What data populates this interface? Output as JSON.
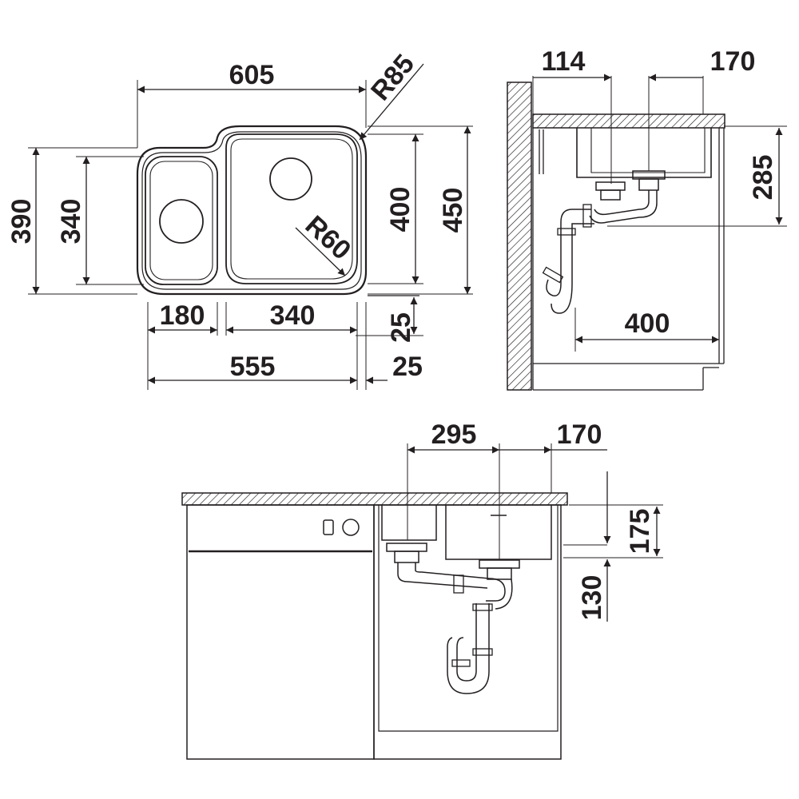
{
  "top_view": {
    "width_overall": "605",
    "corner_radius_outer": "R85",
    "height_left": "390",
    "height_small_bowl": "340",
    "height_large_bowl": "400",
    "height_overall": "450",
    "inner_corner_radius": "R60",
    "small_bowl_width": "180",
    "large_bowl_width": "340",
    "rim_offset_top": "25",
    "cutout_width": "555",
    "rim_offset_bottom": "25"
  },
  "side_view": {
    "wall_to_drain": "114",
    "drain_to_front": "170",
    "bowl_depth": "285",
    "waste_length": "400"
  },
  "front_view": {
    "bowl_spacing": "295",
    "drain_offset": "170",
    "small_bowl_depth": "175",
    "drain_height": "130"
  },
  "colors": {
    "line": "#231f20",
    "background": "#ffffff"
  }
}
